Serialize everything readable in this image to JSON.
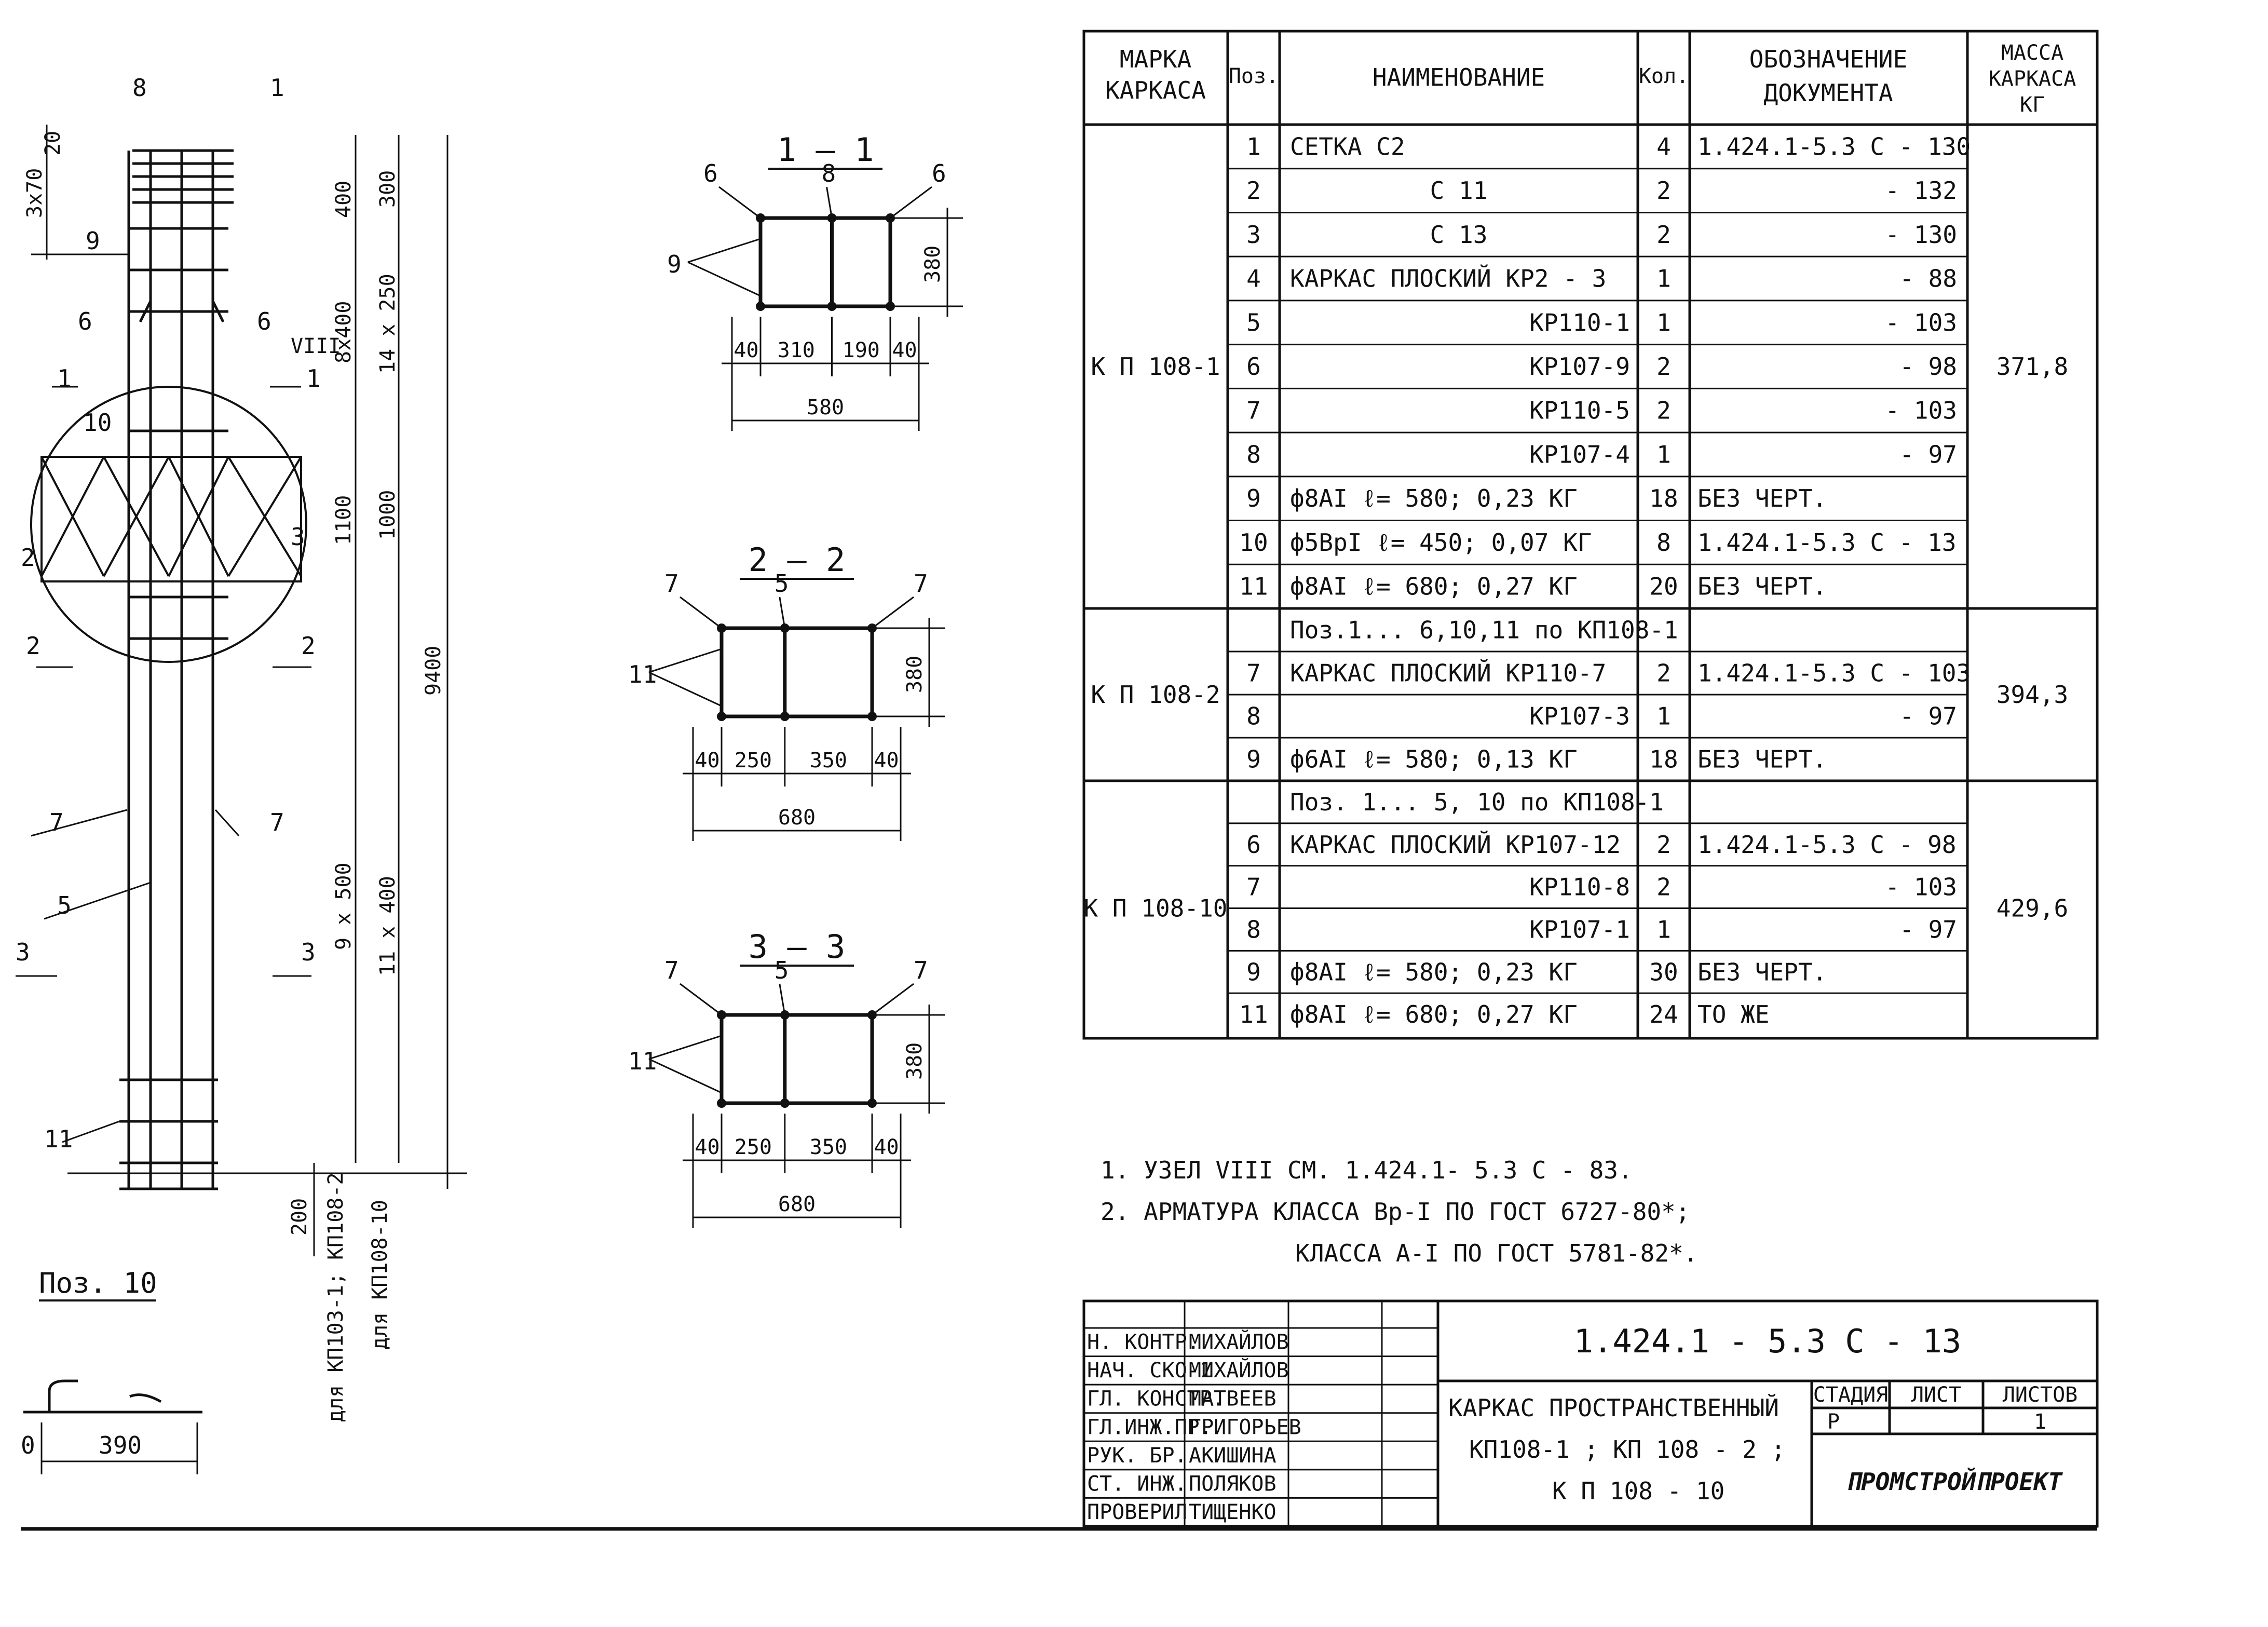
{
  "spec_table": {
    "headers": [
      "МАРКА КАРКАСА",
      "Поз.",
      "НАИМЕНОВАНИЕ",
      "Кол.",
      "ОБОЗНАЧЕНИЕ ДОКУМЕНТА",
      "МАССА КАРКАСА КГ"
    ],
    "header_lines": {
      "mark": [
        "МАРКА",
        "КАРКАСА"
      ],
      "pos": "Поз.",
      "name": "НАИМЕНОВАНИЕ",
      "qty": "Кол.",
      "doc": [
        "ОБОЗНАЧЕНИЕ",
        "ДОКУМЕНТА"
      ],
      "mass": [
        "МАССА",
        "КАРКАСА",
        "КГ"
      ]
    },
    "groups": [
      {
        "mark": "К П 108-1",
        "mass": "371,8",
        "rows": [
          {
            "pos": "1",
            "name": "СЕТКА  С2",
            "align": "left",
            "qty": "4",
            "doc": "1.424.1-5.3 С - 130"
          },
          {
            "pos": "2",
            "name": "С 11",
            "align": "center",
            "qty": "2",
            "doc": "- 132"
          },
          {
            "pos": "3",
            "name": "С 13",
            "align": "center",
            "qty": "2",
            "doc": "- 130"
          },
          {
            "pos": "4",
            "name": "КАРКАС ПЛОСКИЙ  КР2 - 3",
            "align": "left",
            "qty": "1",
            "doc": "- 88"
          },
          {
            "pos": "5",
            "name": "КР110-1",
            "align": "right",
            "qty": "1",
            "doc": "- 103"
          },
          {
            "pos": "6",
            "name": "КР107-9",
            "align": "right",
            "qty": "2",
            "doc": "- 98"
          },
          {
            "pos": "7",
            "name": "КР110-5",
            "align": "right",
            "qty": "2",
            "doc": "- 103"
          },
          {
            "pos": "8",
            "name": "КР107-4",
            "align": "right",
            "qty": "1",
            "doc": "- 97"
          },
          {
            "pos": "9",
            "name": "ф8АI  ℓ= 580;  0,23 КГ",
            "align": "left",
            "qty": "18",
            "doc": "БЕЗ ЧЕРТ."
          },
          {
            "pos": "10",
            "name": "ф5ВрI  ℓ= 450;  0,07 КГ",
            "align": "left",
            "qty": "8",
            "doc": "1.424.1-5.3 С - 13"
          },
          {
            "pos": "11",
            "name": "ф8АI  ℓ= 680;  0,27 КГ",
            "align": "left",
            "qty": "20",
            "doc": "БЕЗ ЧЕРТ."
          }
        ]
      },
      {
        "mark": "К П 108-2",
        "mass": "394,3",
        "rows": [
          {
            "pos": "",
            "name": "Поз.1... 6,10,11 по КП108-1",
            "align": "left",
            "qty": "",
            "doc": ""
          },
          {
            "pos": "7",
            "name": "КАРКАС ПЛОСКИЙ  КР110-7",
            "align": "left",
            "qty": "2",
            "doc": "1.424.1-5.3 С - 103"
          },
          {
            "pos": "8",
            "name": "КР107-3",
            "align": "right",
            "qty": "1",
            "doc": "- 97"
          },
          {
            "pos": "9",
            "name": "ф6АI  ℓ= 580;  0,13 КГ",
            "align": "left",
            "qty": "18",
            "doc": "БЕЗ ЧЕРТ."
          }
        ]
      },
      {
        "mark": "К П 108-10",
        "mass": "429,6",
        "rows": [
          {
            "pos": "",
            "name": "Поз. 1... 5, 10 по КП108-1",
            "align": "left",
            "qty": "",
            "doc": ""
          },
          {
            "pos": "6",
            "name": "КАРКАС ПЛОСКИЙ  КР107-12",
            "align": "left",
            "qty": "2",
            "doc": "1.424.1-5.3 С - 98"
          },
          {
            "pos": "7",
            "name": "КР110-8",
            "align": "right",
            "qty": "2",
            "doc": "- 103"
          },
          {
            "pos": "8",
            "name": "КР107-1",
            "align": "right",
            "qty": "1",
            "doc": "- 97"
          },
          {
            "pos": "9",
            "name": "ф8АI  ℓ= 580;  0,23 КГ",
            "align": "left",
            "qty": "30",
            "doc": "БЕЗ ЧЕРТ."
          },
          {
            "pos": "11",
            "name": "ф8АI  ℓ= 680;  0,27 КГ",
            "align": "left",
            "qty": "24",
            "doc": "ТО ЖЕ"
          }
        ]
      }
    ]
  },
  "notes": [
    "1.  УЗЕЛ  VIII       СМ. 1.424.1- 5.3 С - 83.",
    "2.  АРМАТУРА  КЛАССА  Вр-I  ПО ГОСТ 6727-80*;",
    "КЛАССА  А-I   ПО ГОСТ 5781-82*."
  ],
  "title_block": {
    "doc_code": "1.424.1 - 5.3 С - 13",
    "title_lines": [
      "КАРКАС ПРОСТРАНСТВЕННЫЙ",
      "КП108-1 ; КП 108 - 2 ;",
      "К П 108 - 10"
    ],
    "stage_label": "СТАДИЯ",
    "sheet_label": "ЛИСТ",
    "sheets_label": "ЛИСТОВ",
    "stage": "Р",
    "sheet": "",
    "sheets": "1",
    "organization": "ПРОМСТРОЙПРОЕКТ",
    "signatures": [
      {
        "role": "Н. КОНТР.",
        "name": "МИХАЙЛОВ"
      },
      {
        "role": "НАЧ. СКО-1",
        "name": "МИХАЙЛОВ"
      },
      {
        "role": "ГЛ. КОНСТР.",
        "name": "МАТВЕЕВ"
      },
      {
        "role": "ГЛ.ИНЖ.ПР.",
        "name": "ГРИГОРЬЕВ"
      },
      {
        "role": "РУК. БР.",
        "name": "АКИШИНА"
      },
      {
        "role": "СТ. ИНЖ.",
        "name": "ПОЛЯКОВ"
      },
      {
        "role": "ПРОВЕРИЛ",
        "name": "ТИЩЕНКО"
      }
    ]
  },
  "sections": [
    {
      "title": "1 — 1",
      "dims": [
        "40",
        "310",
        "190",
        "40"
      ],
      "total": "580",
      "height": "380",
      "callouts": [
        "6",
        "8",
        "6",
        "9"
      ]
    },
    {
      "title": "2 — 2",
      "dims": [
        "40",
        "250",
        "350",
        "40"
      ],
      "total": "680",
      "height": "380",
      "callouts": [
        "7",
        "5",
        "7",
        "11"
      ]
    },
    {
      "title": "3 — 3",
      "dims": [
        "40",
        "250",
        "350",
        "40"
      ],
      "total": "680",
      "height": "380",
      "callouts": [
        "7",
        "5",
        "7",
        "11"
      ]
    }
  ],
  "elevation": {
    "top_left_dims": [
      "20",
      "3х70"
    ],
    "left_dims": [
      "400",
      "8х400",
      "1100",
      "9 х 500"
    ],
    "mid_dims": [
      "300",
      "14 х 250",
      "1000",
      "11 х 400"
    ],
    "overall": "9400",
    "bottom_dim": "200",
    "vertical_notes": [
      "для КП103-1; КП108-2",
      "для КП108-10"
    ],
    "callouts": [
      "8",
      "1",
      "9",
      "6",
      "6",
      "10",
      "3",
      "2",
      "7",
      "7",
      "5",
      "11"
    ],
    "node_mark": "VIII",
    "section_marks": [
      "1",
      "1",
      "2",
      "2",
      "3",
      "3"
    ]
  },
  "pos10": {
    "title": "Поз. 10",
    "dim": "390",
    "edge": "0"
  }
}
